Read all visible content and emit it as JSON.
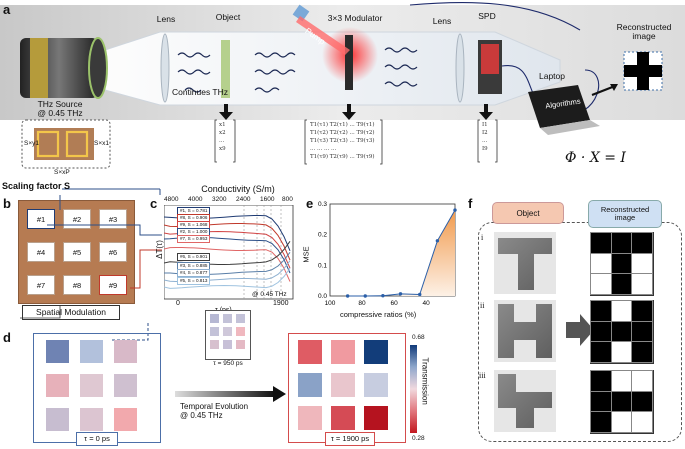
{
  "panel_a": {
    "letter": "a",
    "source_label": "THz Source\n@ 0.45 THz",
    "lens1": "Lens",
    "object": "Object",
    "continues_thz": "Continues THz",
    "modulator": "3×3 Modulator",
    "pump": "Pump",
    "lens2": "Lens",
    "spd": "SPD",
    "reconstructed": "Reconstructed\nimage",
    "laptop": "Laptop",
    "algorithms": "Algorithms",
    "equation": "Φ · X = I",
    "unit_s_y1": "S×y1",
    "unit_s_x1": "S×x1",
    "unit_s_xp": "S×xP",
    "scaling": "Scaling factor S",
    "x_vector": [
      "x1",
      "x2",
      "...",
      "x9"
    ],
    "i_vector": [
      "I1",
      "I2",
      "...",
      "I9"
    ],
    "matrix_rows": [
      "T1(τ1)  T2(τ1) ... T9(τ1)",
      "T1(τ2)  T2(τ2) ... T9(τ2)",
      "T1(τ3)  T2(τ3) ... T9(τ3)",
      "  ...       ...   ...   ...",
      "T1(τ9)  T2(τ9) ... T9(τ9)"
    ]
  },
  "panel_b": {
    "letter": "b",
    "cells": [
      "#1",
      "#2",
      "#3",
      "#4",
      "#5",
      "#6",
      "#7",
      "#8",
      "#9"
    ],
    "caption": "Spatial Modulation"
  },
  "panel_c": {
    "letter": "c",
    "top_axis_title": "Conductivity (S/m)",
    "top_ticks": [
      "4800",
      "4000",
      "3200",
      "2400",
      "1600",
      "800"
    ],
    "ylabel": "ΔT(τ)",
    "xlabel": "τ (ps)",
    "x_ticks": [
      "0",
      "1900"
    ],
    "freq_note": "@ 0.45 THz",
    "legend": [
      "#1, S = 0.781",
      "#8, S = 0.906",
      "#9, S = 1.068",
      "#2, S = 1.000",
      "#7, S = 0.953",
      "#6, S = 0.901",
      "#3, S = 0.885",
      "#4, S = 0.877",
      "#5, S = 0.813"
    ],
    "colors": [
      "#1f3b73",
      "#c0392b",
      "#d14343",
      "#2c4f88",
      "#e06666",
      "#3d3d3d",
      "#5a7fa8",
      "#8fb1d1",
      "#9fc3e0"
    ]
  },
  "chart_data": {
    "type": "line",
    "title": "",
    "xlabel": "compressive ratios (%)",
    "ylabel": "MSE",
    "x": [
      89,
      78,
      67,
      56,
      44,
      33,
      22
    ],
    "series": [
      {
        "values": [
          0.0,
          0.0,
          0.001,
          0.007,
          0.005,
          0.18,
          0.28
        ]
      }
    ],
    "xlim": [
      100,
      22
    ],
    "ylim": [
      0,
      0.3
    ],
    "x_ticks": [
      "100",
      "80",
      "60",
      "40"
    ],
    "y_ticks": [
      "0.0",
      "0.1",
      "0.2",
      "0.3"
    ]
  },
  "panel_e": {
    "letter": "e"
  },
  "panel_d": {
    "letter": "d",
    "left_caption": "τ = 0 ps",
    "mid_caption": "τ = 950 ps",
    "right_caption": "τ = 1900 ps",
    "temporal": "Temporal Evolution\n@ 0.45 THz",
    "colorbar_title": "Transmission",
    "colorbar_max": "0.68",
    "colorbar_min": "0.28",
    "left_colors": [
      "#6f83b3",
      "#b2c1dc",
      "#d8b9c8",
      "#e7b1ba",
      "#dfc8d2",
      "#cfc0d0",
      "#c7bdd0",
      "#dcc5d1",
      "#f2a9ad"
    ],
    "mid_colors": [
      "#b6b8d3",
      "#c3c2d8",
      "#c3c2d8",
      "#c3c2d8",
      "#cfc8da",
      "#f0b8bf",
      "#d7c0ce",
      "#c7c0d7",
      "#e4b9c4"
    ],
    "right_colors": [
      "#df5c64",
      "#f09aa0",
      "#123d7a",
      "#8aa2c7",
      "#e9c6cd",
      "#c7cde0",
      "#efb7bc",
      "#d54b55",
      "#b5131f"
    ]
  },
  "panel_f": {
    "letter": "f",
    "object_header": "Object",
    "recon_header": "Reconstructed\nimage",
    "rows": [
      "i",
      "ii",
      "iii"
    ],
    "recon_patterns": [
      [
        1,
        1,
        1,
        0,
        1,
        0,
        0,
        1,
        0
      ],
      [
        1,
        0,
        1,
        1,
        1,
        1,
        1,
        0,
        1
      ],
      [
        1,
        0,
        0,
        1,
        1,
        1,
        1,
        0,
        0
      ]
    ]
  }
}
